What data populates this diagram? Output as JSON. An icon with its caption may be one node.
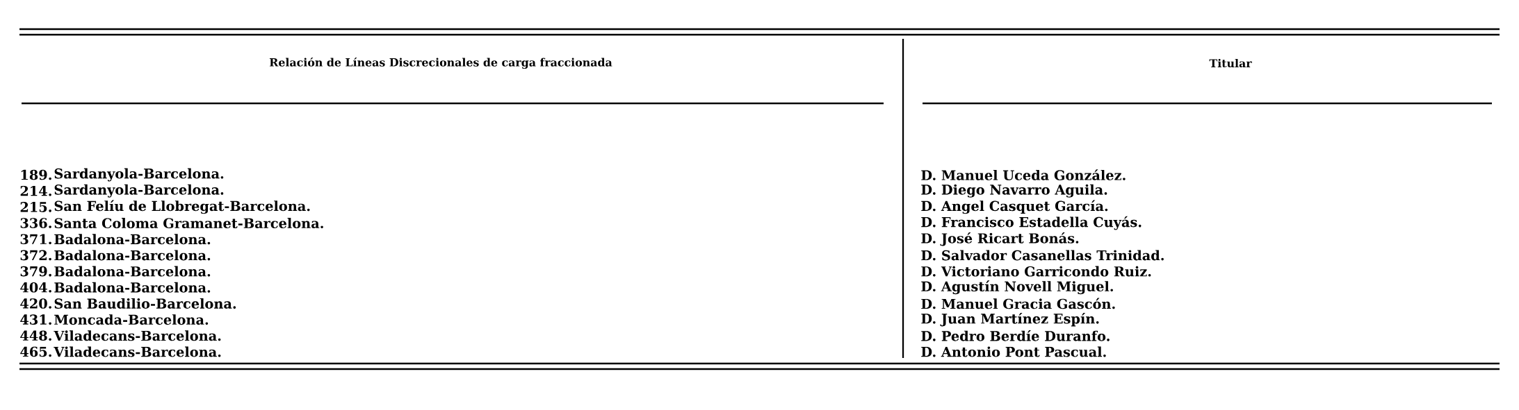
{
  "diagram": {
    "labels": [
      "Relación de Líneas Discrecionales de carga fraccionada",
      "Titular",
      "189.",
      "Sardanyola-Barcelona.",
      "D. Manuel Uceda González.",
      "214.",
      "Sardanyola-Barcelona.",
      "D. Diego Navarro Aguila.",
      "215.",
      "San Felíu de Llobregat-Barcelona.",
      "D. Angel Casquet García.",
      "336.",
      "Santa Coloma Gramanet-Barcelona.",
      "D. Francisco Estadella Cuyás.",
      "371.",
      "Badalona-Barcelona.",
      "D. José Ricart Bonás.",
      "372.",
      "Badalona-Barcelona.",
      "D. Salvador Casanellas Trinidad.",
      "379.",
      "Badalona-Barcelona.",
      "D. Victoriano Garricondo Ruiz.",
      "404.",
      "Badalona-Barcelona.",
      "D. Agustín Novell Miguel.",
      "420.",
      "San Baudilio-Barcelona.",
      "D. Manuel Gracia Gascón.",
      "431.",
      "Moncada-Barcelona.",
      "D. Juan Martínez Espín.",
      "448.",
      "Viladecans-Barcelona.",
      "D. Pedro Berdíe Duranfo.",
      "465.",
      "Viladecans-Barcelona.",
      "D. Antonio Pont Pascual."
    ]
  }
}
